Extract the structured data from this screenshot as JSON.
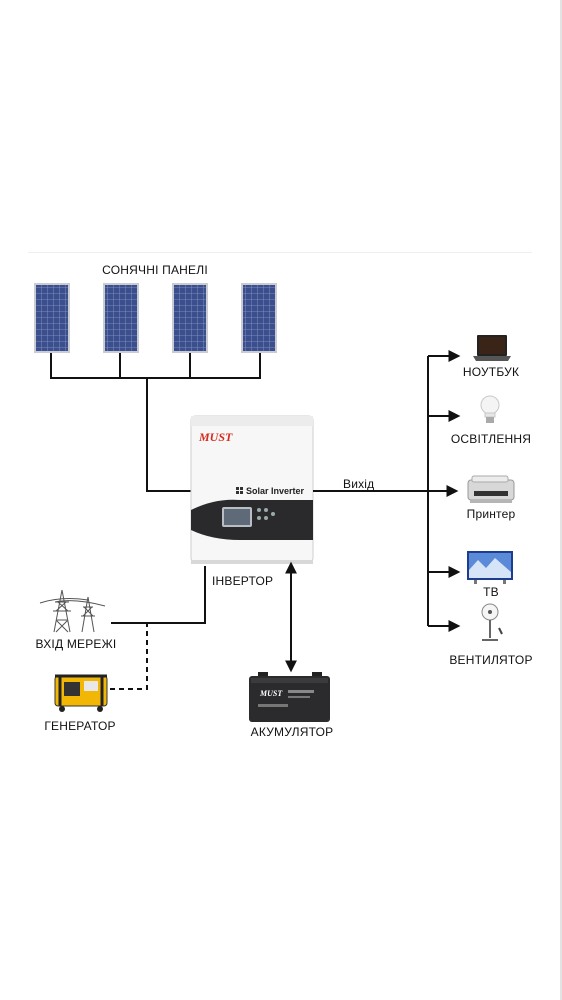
{
  "labels": {
    "solar_panels": "СОНЯЧНІ ПАНЕЛІ",
    "inverter": "ІНВЕРТОР",
    "output": "Вихід",
    "grid_input": "ВХІД МЕРЕЖІ",
    "generator": "ГЕНЕРАТОР",
    "battery": "АКУМУЛЯТОР",
    "laptop": "НОУТБУК",
    "lighting": "ОСВІТЛЕННЯ",
    "printer": "Принтер",
    "tv": "ТВ",
    "fan": "ВЕНТИЛЯТОР"
  },
  "inverter_device": {
    "brand": "MUST",
    "model_text": "Solar Inverter"
  },
  "battery_device": {
    "brand": "MUST"
  },
  "colors": {
    "panel_blue": "#3b4f8e",
    "panel_frame": "#c9ccd3",
    "inverter_red": "#d52b1e",
    "inverter_dark": "#2a2a2c",
    "generator_yellow": "#f2b705",
    "line": "#111111"
  }
}
